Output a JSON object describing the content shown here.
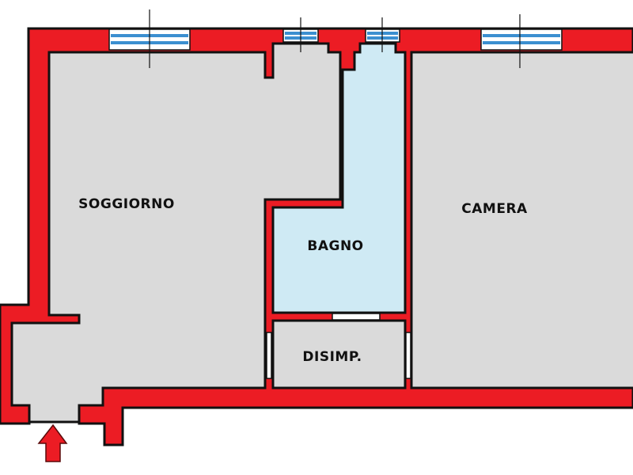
{
  "rooms": {
    "soggiorno": "SOGGIORNO",
    "bagno": "BAGNO",
    "camera": "CAMERA",
    "disimpegno": "DISIMP."
  },
  "colors": {
    "wall": "#ec1c24",
    "room": "#dadada",
    "bathroom": "#cfeaf4",
    "window_glass": "#3b8fd0"
  },
  "entrance_icon": "arrow-up-icon"
}
